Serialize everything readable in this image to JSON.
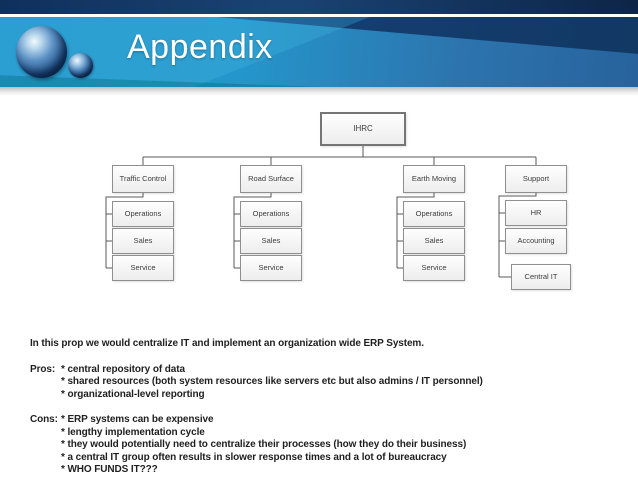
{
  "slide": {
    "title": "Appendix"
  },
  "org_chart": {
    "root": {
      "label": "IHRC"
    },
    "branches": [
      {
        "label": "Traffic Control",
        "children": [
          "Operations",
          "Sales",
          "Service"
        ]
      },
      {
        "label": "Road Surface",
        "children": [
          "Operations",
          "Sales",
          "Service"
        ]
      },
      {
        "label": "Earth Moving",
        "children": [
          "Operations",
          "Sales",
          "Service"
        ]
      },
      {
        "label": "Support",
        "children": [
          "HR",
          "Accounting",
          "Central IT"
        ]
      }
    ]
  },
  "notes": {
    "intro": "In this prop we would centralize IT and implement an organization wide ERP System.",
    "pros_label": "Pros:",
    "pros": [
      "* central repository of data",
      "* shared resources (both system resources like servers etc but also admins / IT personnel)",
      "* organizational-level reporting"
    ],
    "cons_label": "Cons:",
    "cons": [
      "* ERP systems can be expensive",
      "* lengthy implementation cycle",
      "* they would potentially need to centralize their processes (how they do their business)",
      "* a central IT group often results in slower response times and a lot of bureaucracy",
      "* WHO FUNDS IT???"
    ]
  },
  "colors": {
    "header_navy": "#10305c",
    "band_blue": "#2095cb",
    "band_steel": "#27629c",
    "title_text": "#ffffff",
    "box_border": "#8f8f8f",
    "connector": "#5a5a5a",
    "notes_text": "#1f1f1f"
  }
}
